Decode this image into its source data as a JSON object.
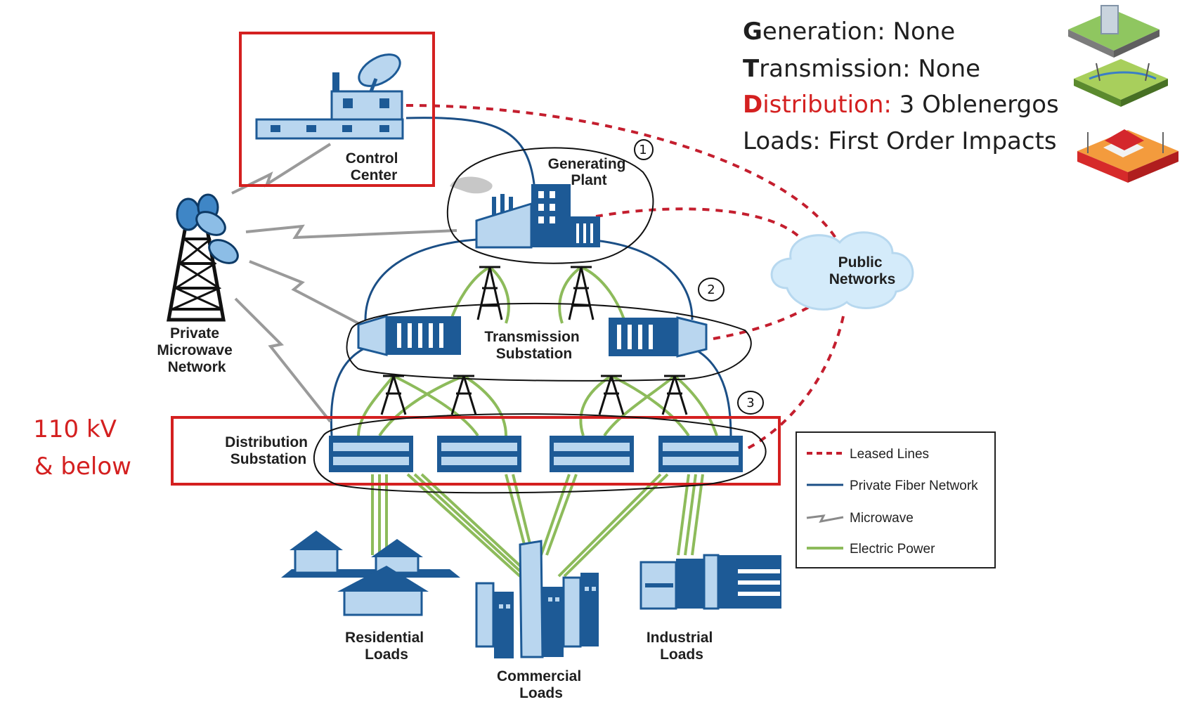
{
  "summary": {
    "lines": [
      {
        "initial": "G",
        "rest": "eneration:  None",
        "highlight": false
      },
      {
        "initial": "T",
        "rest": "ransmission: None",
        "highlight": false
      },
      {
        "initial": "D",
        "rest": "istribution:",
        "value": " 3 Oblenergos",
        "highlight": true
      },
      {
        "initial": "",
        "rest": "Loads: First Order Impacts",
        "highlight": false
      }
    ]
  },
  "nodes": {
    "control_center": [
      "Control",
      "Center"
    ],
    "generating_plant": [
      "Generating",
      "Plant"
    ],
    "transmission_substation": [
      "Transmission",
      "Substation"
    ],
    "distribution_substation": [
      "Distribution",
      "Substation"
    ],
    "private_microwave_network": [
      "Private",
      "Microwave",
      "Network"
    ],
    "public_networks": [
      "Public",
      "Networks"
    ],
    "residential_loads": [
      "Residential",
      "Loads"
    ],
    "commercial_loads": [
      "Commercial",
      "Loads"
    ],
    "industrial_loads": [
      "Industrial",
      "Loads"
    ]
  },
  "voltage_note": [
    "110 kV",
    "& below"
  ],
  "annotations": [
    "1",
    "2",
    "3"
  ],
  "legend": {
    "items": [
      {
        "label": "Leased Lines",
        "color": "#c41e2e",
        "style": "dashed"
      },
      {
        "label": "Private Fiber Network",
        "color": "#1b4f86",
        "style": "solid"
      },
      {
        "label": "Microwave",
        "color": "#8a8a8a",
        "style": "zigzag"
      },
      {
        "label": "Electric Power",
        "color": "#8dbb5b",
        "style": "solid"
      }
    ]
  },
  "colors": {
    "leased": "#c41e2e",
    "fiber": "#1b4f86",
    "microwave": "#9a9a9a",
    "power": "#8dbb5b",
    "building_dark": "#1d5a96",
    "building_light": "#b9d6ef",
    "highlight_box": "#d42020"
  }
}
